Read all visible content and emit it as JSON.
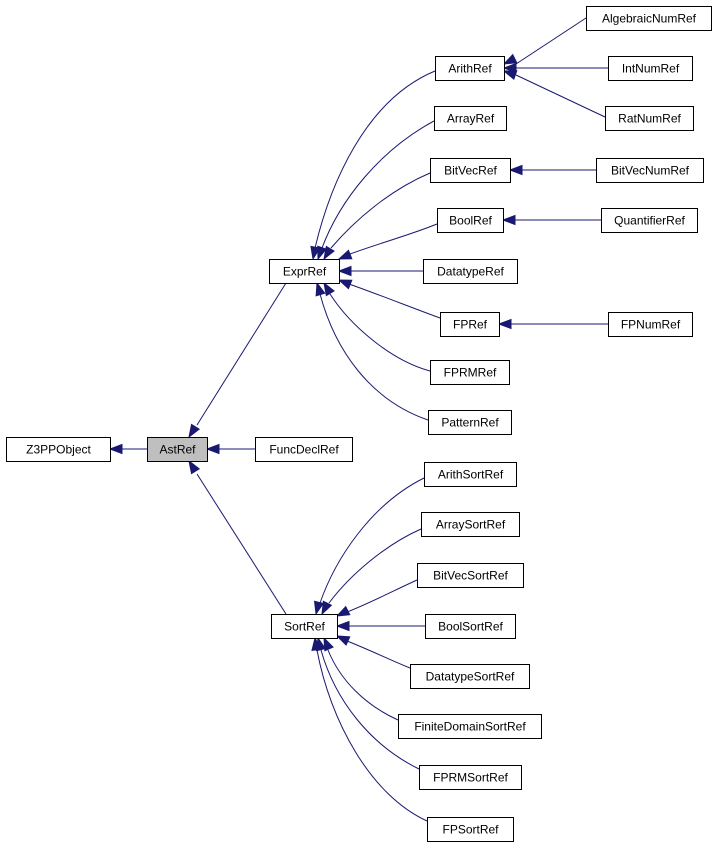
{
  "diagram": {
    "title": "",
    "colors": {
      "edge": "#191970",
      "node_border": "#000000",
      "node_fill": "#ffffff",
      "highlight_fill": "#bfbfbf"
    },
    "nodes": [
      {
        "id": "z3ppobject",
        "label": "Z3PPObject"
      },
      {
        "id": "astref",
        "label": "AstRef",
        "highlight": true
      },
      {
        "id": "funcdeclref",
        "label": "FuncDeclRef"
      },
      {
        "id": "exprref",
        "label": "ExprRef"
      },
      {
        "id": "sortref",
        "label": "SortRef"
      },
      {
        "id": "arithref",
        "label": "ArithRef"
      },
      {
        "id": "arrayref",
        "label": "ArrayRef"
      },
      {
        "id": "bitvecref",
        "label": "BitVecRef"
      },
      {
        "id": "boolref",
        "label": "BoolRef"
      },
      {
        "id": "datatyperef",
        "label": "DatatypeRef"
      },
      {
        "id": "fpref",
        "label": "FPRef"
      },
      {
        "id": "fprmref",
        "label": "FPRMRef"
      },
      {
        "id": "patternref",
        "label": "PatternRef"
      },
      {
        "id": "algebraicnumref",
        "label": "AlgebraicNumRef"
      },
      {
        "id": "intnumref",
        "label": "IntNumRef"
      },
      {
        "id": "ratnumref",
        "label": "RatNumRef"
      },
      {
        "id": "bitvecnumref",
        "label": "BitVecNumRef"
      },
      {
        "id": "quantifierref",
        "label": "QuantifierRef"
      },
      {
        "id": "fpnumref",
        "label": "FPNumRef"
      },
      {
        "id": "arithsortref",
        "label": "ArithSortRef"
      },
      {
        "id": "arraysortref",
        "label": "ArraySortRef"
      },
      {
        "id": "bitvecsortref",
        "label": "BitVecSortRef"
      },
      {
        "id": "boolsortref",
        "label": "BoolSortRef"
      },
      {
        "id": "datatypesortref",
        "label": "DatatypeSortRef"
      },
      {
        "id": "finitedomainsortref",
        "label": "FiniteDomainSortRef"
      },
      {
        "id": "fprmsortref",
        "label": "FPRMSortRef"
      },
      {
        "id": "fpsortref",
        "label": "FPSortRef"
      }
    ],
    "edges": [
      {
        "from": "astref",
        "to": "z3ppobject"
      },
      {
        "from": "funcdeclref",
        "to": "astref"
      },
      {
        "from": "exprref",
        "to": "astref"
      },
      {
        "from": "sortref",
        "to": "astref"
      },
      {
        "from": "arithref",
        "to": "exprref"
      },
      {
        "from": "arrayref",
        "to": "exprref"
      },
      {
        "from": "bitvecref",
        "to": "exprref"
      },
      {
        "from": "boolref",
        "to": "exprref"
      },
      {
        "from": "datatyperef",
        "to": "exprref"
      },
      {
        "from": "fpref",
        "to": "exprref"
      },
      {
        "from": "fprmref",
        "to": "exprref"
      },
      {
        "from": "patternref",
        "to": "exprref"
      },
      {
        "from": "algebraicnumref",
        "to": "arithref"
      },
      {
        "from": "intnumref",
        "to": "arithref"
      },
      {
        "from": "ratnumref",
        "to": "arithref"
      },
      {
        "from": "bitvecnumref",
        "to": "bitvecref"
      },
      {
        "from": "quantifierref",
        "to": "boolref"
      },
      {
        "from": "fpnumref",
        "to": "fpref"
      },
      {
        "from": "arithsortref",
        "to": "sortref"
      },
      {
        "from": "arraysortref",
        "to": "sortref"
      },
      {
        "from": "bitvecsortref",
        "to": "sortref"
      },
      {
        "from": "boolsortref",
        "to": "sortref"
      },
      {
        "from": "datatypesortref",
        "to": "sortref"
      },
      {
        "from": "finitedomainsortref",
        "to": "sortref"
      },
      {
        "from": "fprmsortref",
        "to": "sortref"
      },
      {
        "from": "fpsortref",
        "to": "sortref"
      }
    ]
  }
}
